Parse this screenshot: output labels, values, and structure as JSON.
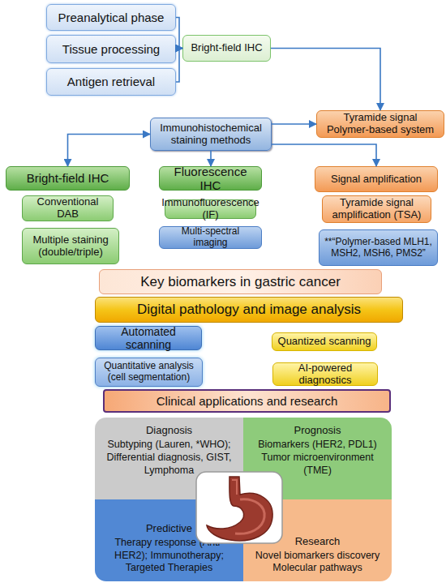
{
  "diagram": {
    "nodes": [
      {
        "text": [
          "Preanalytical phase"
        ]
      },
      {
        "text": [
          "Tissue processing"
        ]
      },
      {
        "text": [
          "Antigen retrieval"
        ]
      },
      {
        "text": [
          "Bright-field IHC"
        ]
      },
      {
        "text": [
          "Tyramide signal Polymer-based system"
        ]
      },
      {
        "text": [
          "Immunohistochemical staining methods"
        ]
      },
      {
        "text": [
          "Bright-field IHC"
        ]
      },
      {
        "text": [
          "Fluorescence IHC"
        ]
      },
      {
        "text": [
          "Signal amplification"
        ]
      },
      {
        "text": [
          "Conventional DAB"
        ]
      },
      {
        "text": [
          "Multiple staining (double/triple)"
        ]
      },
      {
        "text": [
          "Immunofluorescence (IF)"
        ]
      },
      {
        "text": [
          "Multi-spectral imaging"
        ]
      },
      {
        "text": [
          "Tyramide signal amplification (TSA)"
        ]
      },
      {
        "text": [
          "**“Polymer-based MLH1, MSH2, MSH6, PMS2”"
        ]
      },
      {
        "text": [
          "Key biomarkers in gastric cancer"
        ]
      },
      {
        "text": [
          "Digital pathology and image analysis"
        ]
      },
      {
        "text": [
          "Automated scanning"
        ]
      },
      {
        "text": [
          "Quantized scanning"
        ]
      },
      {
        "text": [
          "Quantitative analysis (cell segmentation)"
        ]
      },
      {
        "text": [
          "AI-powered diagnostics"
        ]
      },
      {
        "text": [
          "Clinical applications and research"
        ]
      },
      {
        "text": [
          "Diagnosis",
          "Subtyping (Lauren, *WHO); Differential diagnosis, GIST, Lymphoma"
        ]
      },
      {
        "text": [
          "Prognosis",
          "Biomarkers (HER2, PDL1)",
          "Tumor microenvironment (TME)"
        ]
      },
      {
        "text": [
          "Predictive",
          "Therapy response (Anti-HER2); Immunotherapy; Targeted Therapies"
        ]
      },
      {
        "text": [
          "Research",
          "Novel biomarkers discovery",
          "Molecular pathways"
        ]
      }
    ],
    "edges": [
      {
        "from": 0,
        "to": 3,
        "arrow": "to"
      },
      {
        "from": 1,
        "to": 3,
        "arrow": "to"
      },
      {
        "from": 2,
        "to": 3,
        "arrow": "to"
      },
      {
        "from": 3,
        "to": 4,
        "arrow": "to"
      },
      {
        "from": 5,
        "to": 4,
        "arrow": "to"
      },
      {
        "from": 5,
        "to": 6,
        "arrow": "both"
      },
      {
        "from": 5,
        "to": 7,
        "arrow": "to"
      },
      {
        "from": 5,
        "to": 8,
        "arrow": "to"
      }
    ]
  }
}
